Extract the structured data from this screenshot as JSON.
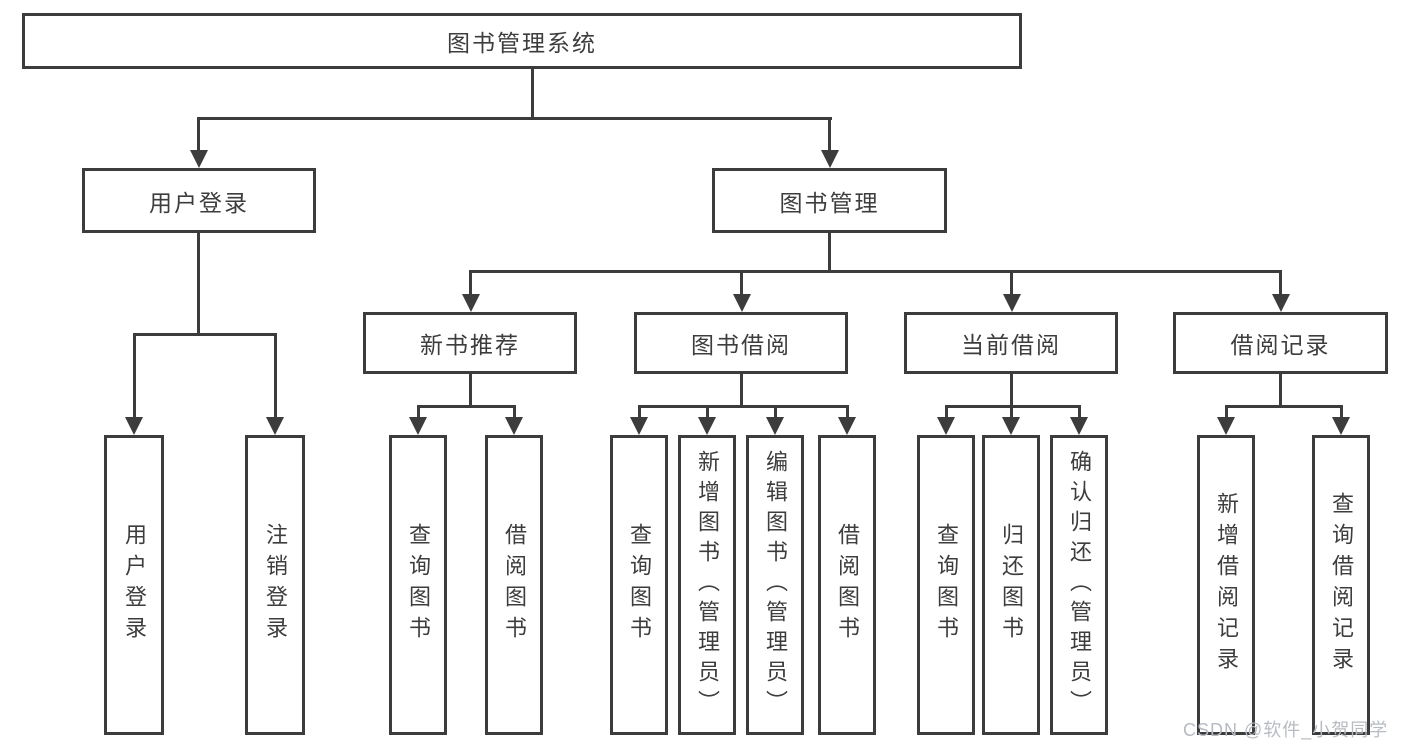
{
  "diagram_title": "图书管理系统",
  "colors": {
    "line": "#3c3c3c",
    "box_border": "#3c3c3c",
    "text": "#3d3d3d",
    "background": "#ffffff",
    "watermark": "#b7bbc2"
  },
  "tree": {
    "root": {
      "label": "图书管理系统"
    },
    "user_login": {
      "label": "用户登录",
      "children": {
        "login": "用户登录",
        "logout": "注销登录"
      }
    },
    "book_management": {
      "label": "图书管理",
      "children": {
        "new_book_recommend": {
          "label": "新书推荐",
          "children": {
            "query_book": "查询图书",
            "borrow_book": "借阅图书"
          }
        },
        "book_borrow": {
          "label": "图书借阅",
          "children": {
            "query_book": "查询图书",
            "add_book": "新增图书（管理员）",
            "edit_book": "编辑图书（管理员）",
            "borrow_book": "借阅图书"
          }
        },
        "current_borrow": {
          "label": "当前借阅",
          "children": {
            "query_book": "查询图书",
            "return_book": "归还图书",
            "confirm_return": "确认归还（管理员）"
          }
        },
        "borrow_records": {
          "label": "借阅记录",
          "children": {
            "add_record": "新增借阅记录",
            "query_record": "查询借阅记录"
          }
        }
      }
    }
  },
  "watermark": "CSDN @软件_小贺同学"
}
